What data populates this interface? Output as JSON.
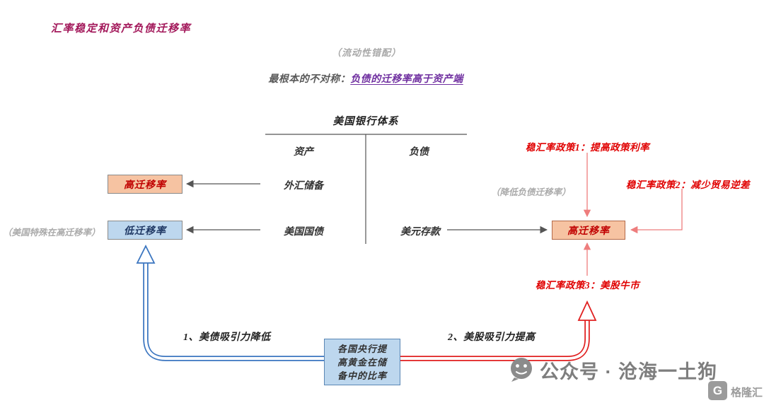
{
  "title": "汇率稳定和资产负债迁移率",
  "subtitle": {
    "liquidity_note": "（流动性错配）",
    "lead": "最根本的不对称：",
    "emphasis": "负债的迁移率高于资产端"
  },
  "t_account": {
    "title": "美国银行体系",
    "left_header": "资产",
    "right_header": "负债",
    "assets": [
      "外汇储备",
      "美国国债"
    ],
    "liabilities": [
      "美元存款"
    ]
  },
  "left_side": {
    "high_box": "高迁移率",
    "low_box": "低迁移率",
    "note": "（美国特殊在高迁移率）"
  },
  "right_side": {
    "policy1": "稳汇率政策1：提高政策利率",
    "policy2": "稳汇率政策2：减少贸易逆差",
    "policy3": "稳汇率政策3：美股牛市",
    "note": "（降低负债迁移率）",
    "high_box": "高迁移率"
  },
  "bottom": {
    "gold_box": "各国央行提高黄金在储备中的比率",
    "label1": "1、美债吸引力降低",
    "label2": "2、美股吸引力提高"
  },
  "watermark": {
    "account": "公众号 · 沧海一土狗",
    "logo_text": "格隆汇",
    "logo_letter": "G"
  },
  "colors": {
    "title": "#A3195B",
    "purple_emphasis": "#7030A0",
    "policy_red": "#E00000",
    "box_red_text": "#C00000",
    "salmon_fill": "#F6C3A2",
    "blue_fill": "#BDD7EE",
    "gray_note": "#ABABAB",
    "arrow_blue": "#3C76C0",
    "arrow_red": "#E02020",
    "line_black": "#555555",
    "line_light_red": "#EE7D7D"
  }
}
